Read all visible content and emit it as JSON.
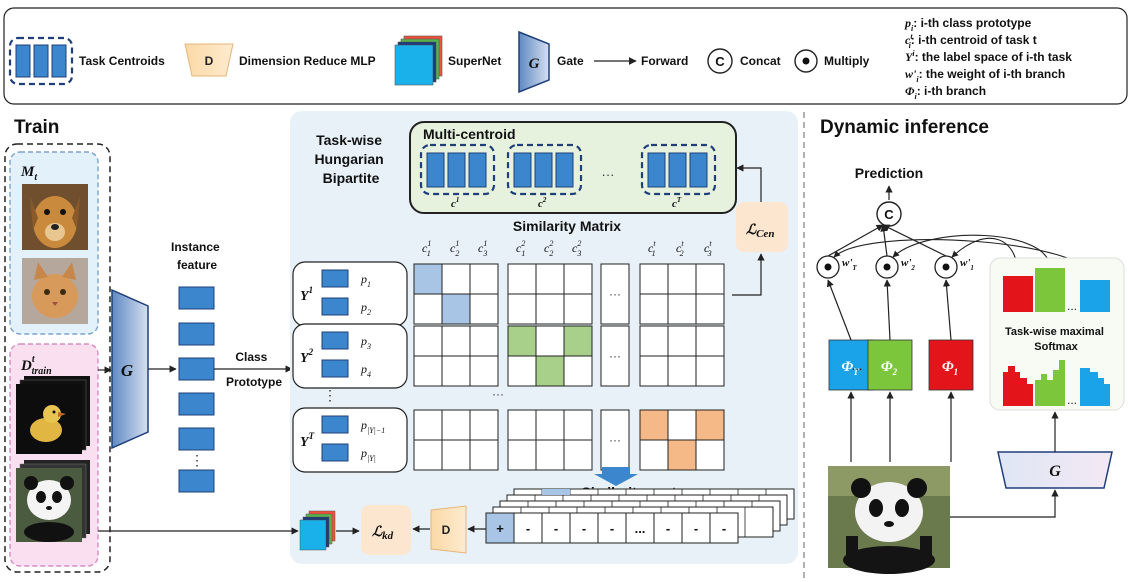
{
  "legend": {
    "task_centroids": "Task Centroids",
    "d_symbol": "D",
    "dim_reduce": "Dimension Reduce MLP",
    "supernet": "SuperNet",
    "g_symbol": "G",
    "gate": "Gate",
    "forward": "Forward",
    "c_symbol": "C",
    "concat": "Concat",
    "multiply": "Multiply",
    "defs": [
      {
        "sym": "p",
        "sub": "i",
        "sup": "",
        "text": ": i-th class prototype"
      },
      {
        "sym": "c",
        "sub": "i",
        "sup": "t",
        "text": ": i-th centroid of task t"
      },
      {
        "sym": "Y",
        "sub": "",
        "sup": "i",
        "text": ": the label space of i-th task"
      },
      {
        "sym": "w'",
        "sub": "i",
        "sup": "",
        "text": ": the weight of i-th branch"
      },
      {
        "sym": "Φ",
        "sub": "i",
        "sup": "",
        "text": ": i-th branch"
      }
    ]
  },
  "train": {
    "title": "Train",
    "memory_label": "M",
    "memory_sub": "t",
    "data_label": "D",
    "data_sup": "t",
    "data_sub": "train",
    "gate_symbol": "G",
    "instance_feature": [
      "Instance",
      "feature"
    ],
    "class_prototype": [
      "Class",
      "Prototype"
    ],
    "dots": "⋮"
  },
  "panel": {
    "title": [
      "Task-wise",
      "Hungarian",
      "Bipartite"
    ],
    "multi_centroid": "Multi-centroid",
    "centroid_labels": [
      "c",
      "c",
      "c"
    ],
    "centroid_sups": [
      "1",
      "2",
      "T"
    ],
    "hdots": "···",
    "similarity_matrix": "Similarity Matrix",
    "col_headers": [
      {
        "sub": "1",
        "sup": "1"
      },
      {
        "sub": "2",
        "sup": "1"
      },
      {
        "sub": "3",
        "sup": "1"
      },
      {
        "sub": "1",
        "sup": "2"
      },
      {
        "sub": "2",
        "sup": "2"
      },
      {
        "sub": "3",
        "sup": "2"
      },
      {
        "sub": "1",
        "sup": "t"
      },
      {
        "sub": "2",
        "sup": "t"
      },
      {
        "sub": "3",
        "sup": "t"
      }
    ],
    "groups": [
      {
        "label": "Y",
        "sup": "1",
        "protos": [
          {
            "sub": "1"
          },
          {
            "sub": "2"
          }
        ]
      },
      {
        "label": "Y",
        "sup": "2",
        "protos": [
          {
            "sub": "3"
          },
          {
            "sub": "4"
          }
        ]
      },
      {
        "label": "Y",
        "sup": "T",
        "protos": [
          {
            "sub": "|Y|−1"
          },
          {
            "sub": "|Y|"
          }
        ]
      }
    ],
    "l_cen": "Cen",
    "similarity_vector": "Similarity vector",
    "vector_cells": [
      "+",
      "-",
      "-",
      "-",
      "-",
      "...",
      "-",
      "-",
      "-"
    ],
    "l_kd": "kd",
    "d_symbol": "D"
  },
  "inference": {
    "title": "Dynamic inference",
    "prediction": "Prediction",
    "concat_symbol": "C",
    "branches": [
      {
        "phi_sub": "T",
        "w_sub": "T",
        "color": "#1aa3e8"
      },
      {
        "phi_sub": "2",
        "w_sub": "2",
        "color": "#7cc63b"
      },
      {
        "phi_sub": "1",
        "w_sub": "1",
        "color": "#e4141b"
      }
    ],
    "softmax_label": [
      "Task-wise maximal",
      "Softmax"
    ],
    "gate_symbol": "G",
    "dots": "..."
  },
  "colors": {
    "blue": "#3b86cc",
    "panel_bg": "#e8f1f8",
    "green_bg": "#e6f1de",
    "peach": "#fde6cf",
    "pink_bg": "#f9dff0"
  }
}
